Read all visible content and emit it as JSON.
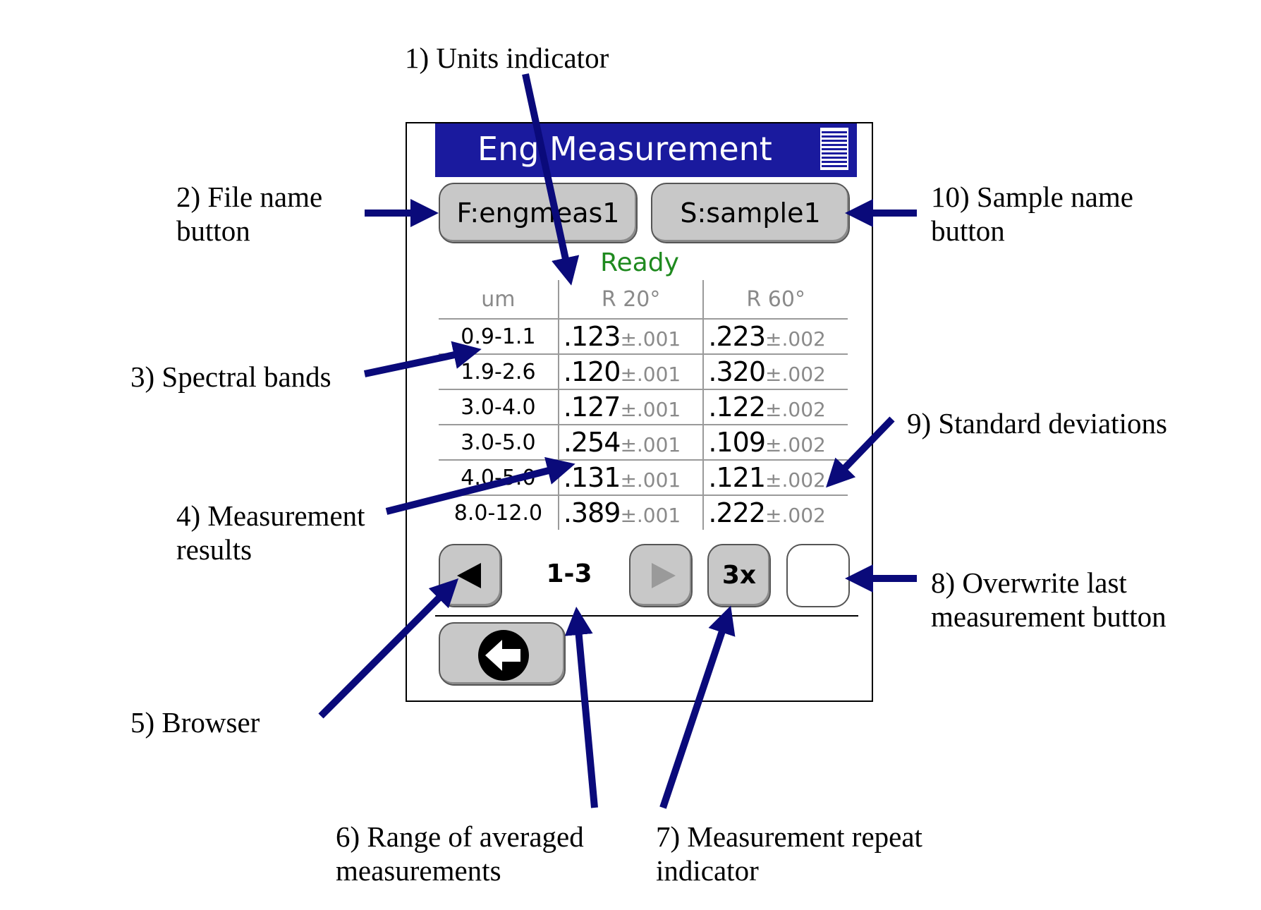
{
  "callouts": {
    "units": [
      "1) Units indicator"
    ],
    "file_name": [
      "2) File name",
      "button"
    ],
    "spectral_bands": [
      "3) Spectral bands"
    ],
    "measurement_results": [
      "4) Measurement",
      "results"
    ],
    "browser": [
      "5) Browser"
    ],
    "range": [
      "6) Range of averaged",
      "measurements"
    ],
    "repeat": [
      "7) Measurement repeat",
      "indicator"
    ],
    "overwrite": [
      "8) Overwrite last",
      "measurement button"
    ],
    "std_dev": [
      "9) Standard deviations"
    ],
    "sample_name": [
      "10) Sample name",
      "button"
    ]
  },
  "screen": {
    "title": "Eng Measurement",
    "file_button": "F:engmeas1",
    "sample_button": "S:sample1",
    "status": "Ready",
    "status_color": "#1f8a1f",
    "title_bar_color": "#1a1a9e",
    "table": {
      "headers": [
        "um",
        "R 20°",
        "R 60°"
      ],
      "rows": [
        {
          "band": "0.9-1.1",
          "r20": ".123",
          "r20_sd": "±.001",
          "r60": ".223",
          "r60_sd": "±.002"
        },
        {
          "band": "1.9-2.6",
          "r20": ".120",
          "r20_sd": "±.001",
          "r60": ".320",
          "r60_sd": "±.002"
        },
        {
          "band": "3.0-4.0",
          "r20": ".127",
          "r20_sd": "±.001",
          "r60": ".122",
          "r60_sd": "±.002"
        },
        {
          "band": "3.0-5.0",
          "r20": ".254",
          "r20_sd": "±.001",
          "r60": ".109",
          "r60_sd": "±.002"
        },
        {
          "band": "4.0-5.0",
          "r20": ".131",
          "r20_sd": "±.001",
          "r60": ".121",
          "r60_sd": "±.002"
        },
        {
          "band": "8.0-12.0",
          "r20": ".389",
          "r20_sd": "±.001",
          "r60": ".222",
          "r60_sd": "±.002"
        }
      ]
    },
    "range_text": "1-3",
    "repeat_text": "3x",
    "icons": {
      "prev": "triangle-left-icon",
      "next": "triangle-right-icon",
      "back": "circle-arrow-left-icon",
      "battery": "battery-icon"
    }
  },
  "arrow_color": "#0a0a7a"
}
